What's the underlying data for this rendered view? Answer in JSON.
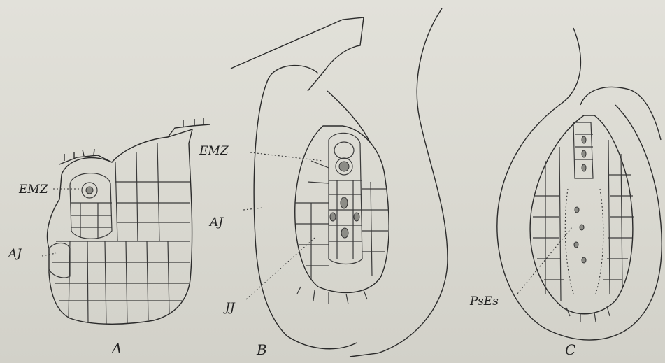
{
  "labels": {
    "a_emz": "EMZ",
    "a_aj": "AJ",
    "a_panel": "A",
    "b_emz": "EMZ",
    "b_aj": "AJ",
    "b_jj": "JJ",
    "b_panel": "B",
    "c_pses": "PsEs",
    "c_panel": "C"
  },
  "colors": {
    "paper": "#dcdcd6",
    "ink": "#2b2b2b"
  }
}
